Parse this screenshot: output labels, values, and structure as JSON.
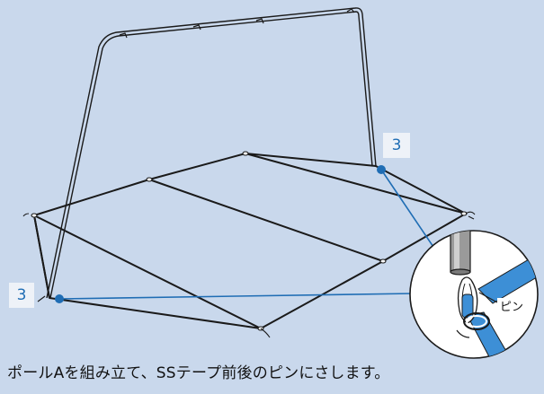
{
  "step_markers": {
    "top": "3",
    "left": "3"
  },
  "callout": {
    "pin_label": "ピン"
  },
  "caption": "ポールAを組み立て、SSテープ前後のピンにさします。",
  "colors": {
    "background": "#c9d8ec",
    "accent": "#1f6db4",
    "line": "#1a1a1a",
    "badge_bg": "#eef2f8"
  }
}
